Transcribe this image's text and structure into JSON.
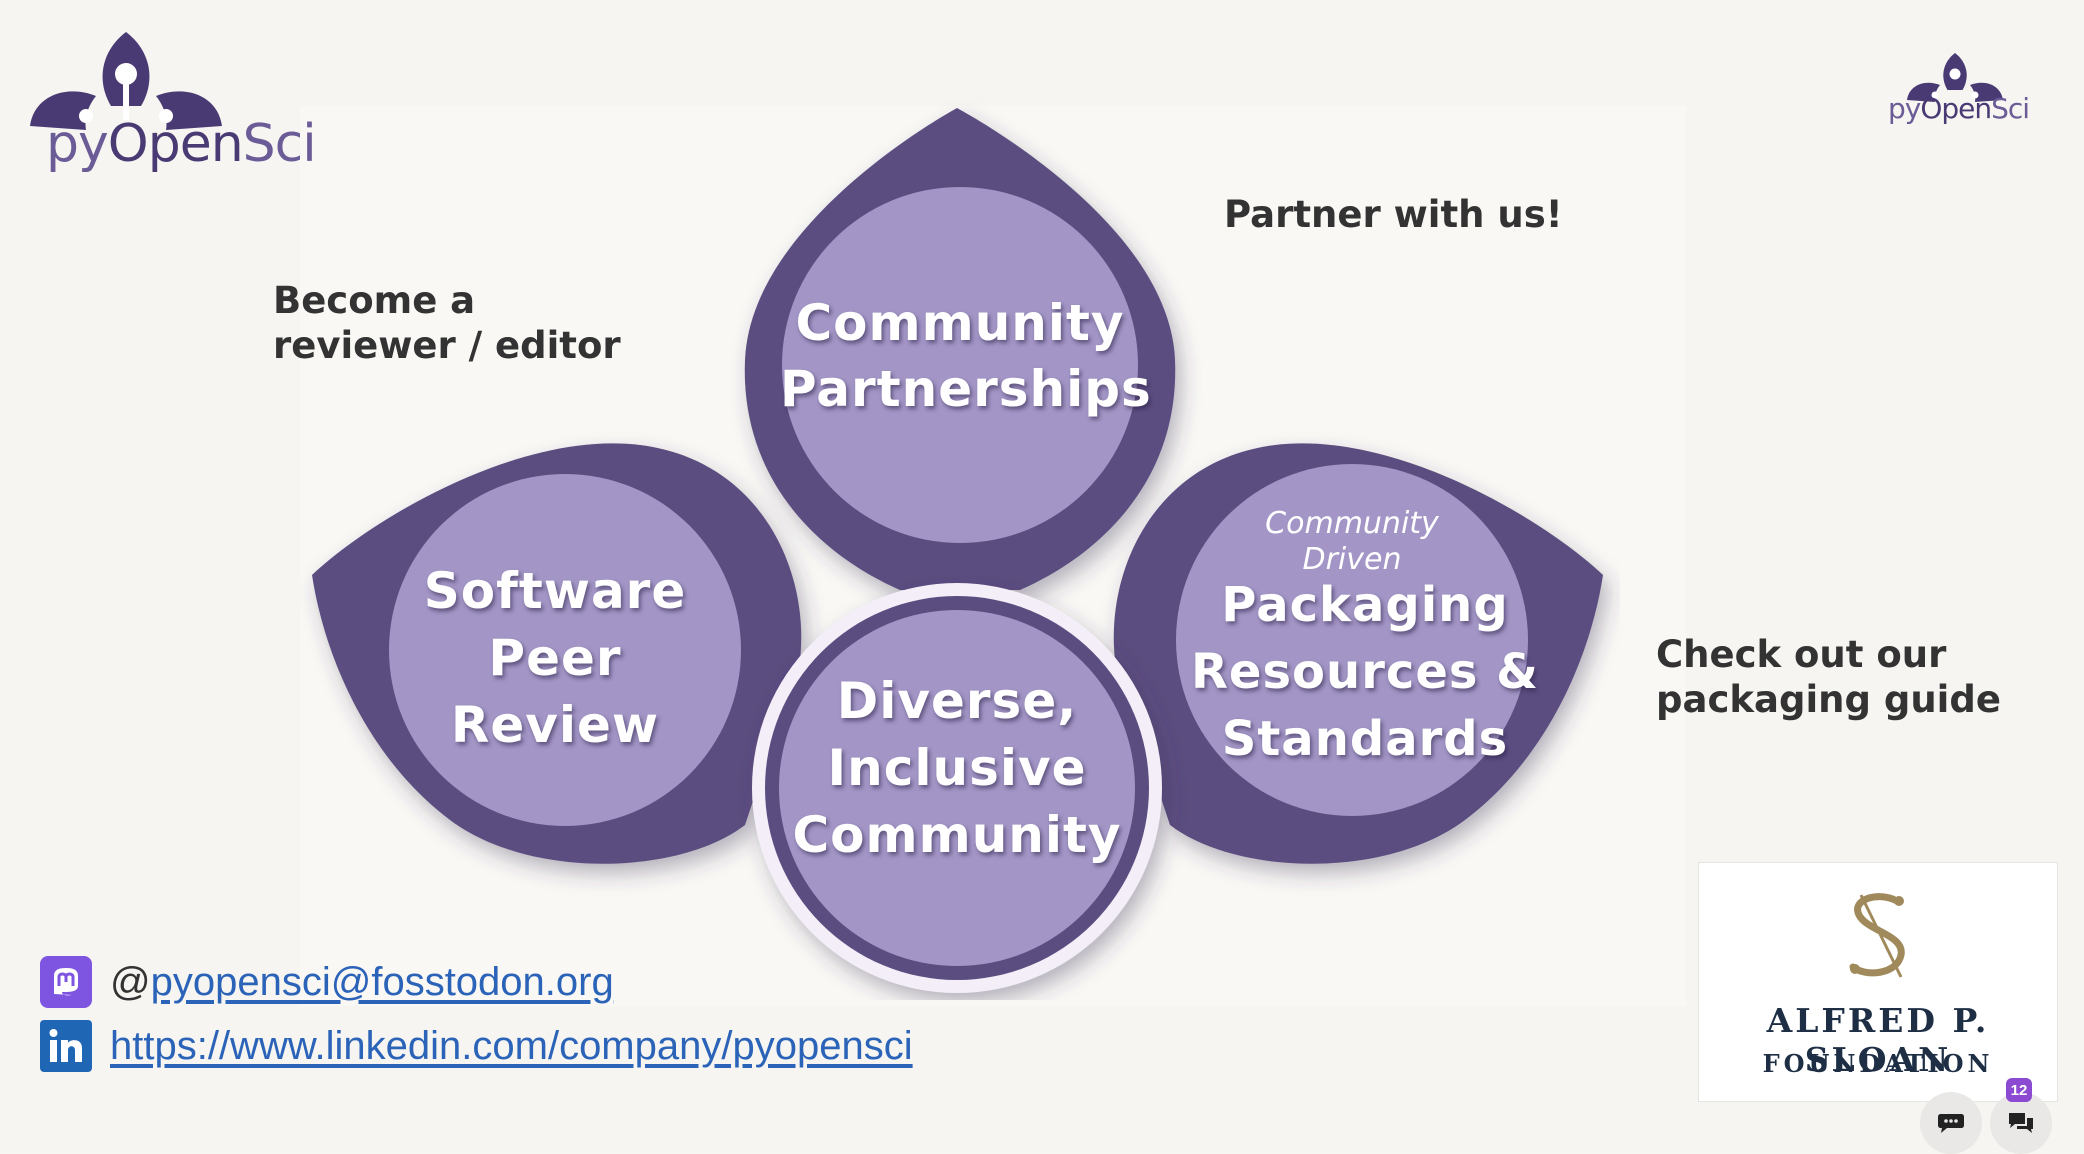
{
  "logo": {
    "text_py": "py",
    "text_open": "Open",
    "text_sci": "Sci",
    "brand_color": "#4a3a74"
  },
  "callouts": {
    "reviewer_line1": "Become a",
    "reviewer_line2": "reviewer / editor",
    "partner": "Partner with us!",
    "packaging_line1": "Check out our",
    "packaging_line2": "packaging guide"
  },
  "petals": {
    "community_partnerships": [
      "Community",
      "Partnerships"
    ],
    "software_peer_review": [
      "Software",
      "Peer",
      "Review"
    ],
    "diverse_inclusive_community": [
      "Diverse,",
      "Inclusive",
      "Community"
    ],
    "packaging_small": [
      "Community",
      "Driven"
    ],
    "packaging": [
      "Packaging",
      "Resources &",
      "Standards"
    ]
  },
  "contacts": {
    "mastodon_prefix": "@",
    "mastodon_handle": "pyopensci@fosstodon.org",
    "linkedin_url": "https://www.linkedin.com/company/pyopensci"
  },
  "sponsor": {
    "name": "ALFRED P. SLOAN",
    "subtitle": "FOUNDATION"
  },
  "ui": {
    "unread_count": "12",
    "chat_icon": "chat-bubble-icon",
    "comments_icon": "comments-icon"
  },
  "colors": {
    "petal_dark": "#5b4e80",
    "petal_light": "#a396c6",
    "link_blue": "#2a63b8"
  }
}
